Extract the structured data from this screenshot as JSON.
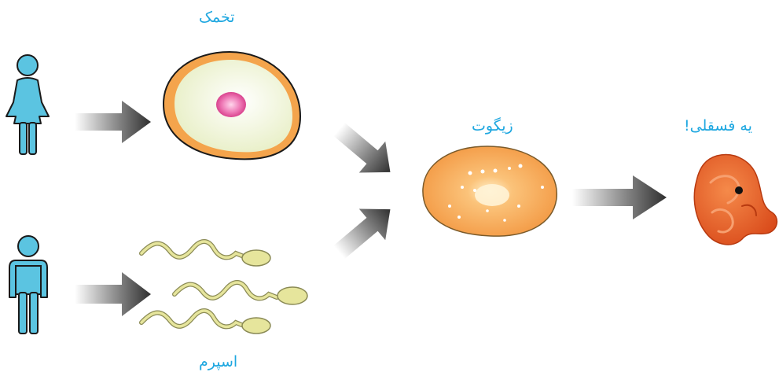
{
  "labels": {
    "egg": "تخمک",
    "sperm": "اسپرم",
    "zygote": "زیگوت",
    "embryo": "یه فسقلی!"
  },
  "colors": {
    "label_text": "#1ea7e0",
    "person_fill": "#5bc4e1",
    "person_stroke": "#1a1a1a",
    "egg_fill": "#f0f3d5",
    "egg_rim": "#f4a44c",
    "egg_nucleus": "#e35da1",
    "sperm_fill": "#e6e59c",
    "sperm_stroke": "#8a8a55",
    "zygote_fill": "#f7a653",
    "embryo_fill": "#e85a24",
    "arrow_dark": "#3a3a3a"
  },
  "icons": {
    "woman": "female-person-icon",
    "man": "male-person-icon"
  }
}
